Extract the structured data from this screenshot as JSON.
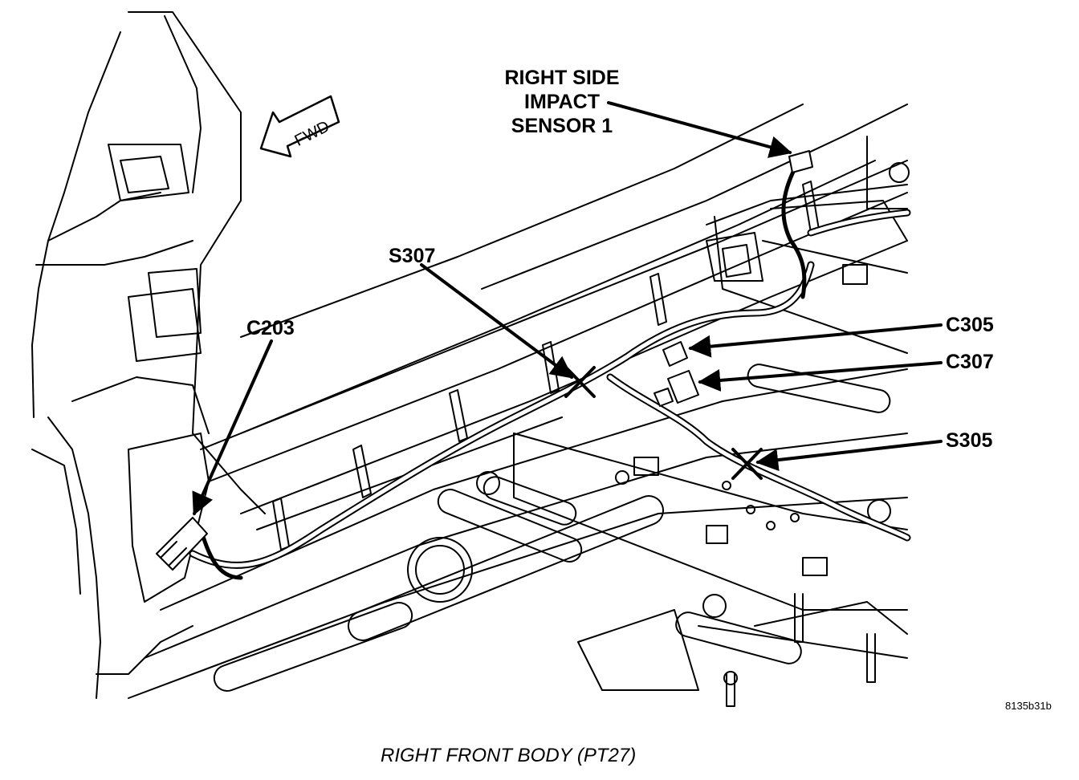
{
  "callouts": {
    "right_side_impact_sensor": {
      "line1": "RIGHT SIDE",
      "line2": "IMPACT",
      "line3": "SENSOR 1"
    },
    "s307": "S307",
    "c203": "C203",
    "c305": "C305",
    "c307": "C307",
    "s305": "S305"
  },
  "direction_arrow": "FWD",
  "reference_code": "8135b31b",
  "caption": "RIGHT FRONT BODY (PT27)",
  "colors": {
    "ink": "#000000",
    "paper": "#ffffff",
    "shade": "#bdbdbd"
  }
}
